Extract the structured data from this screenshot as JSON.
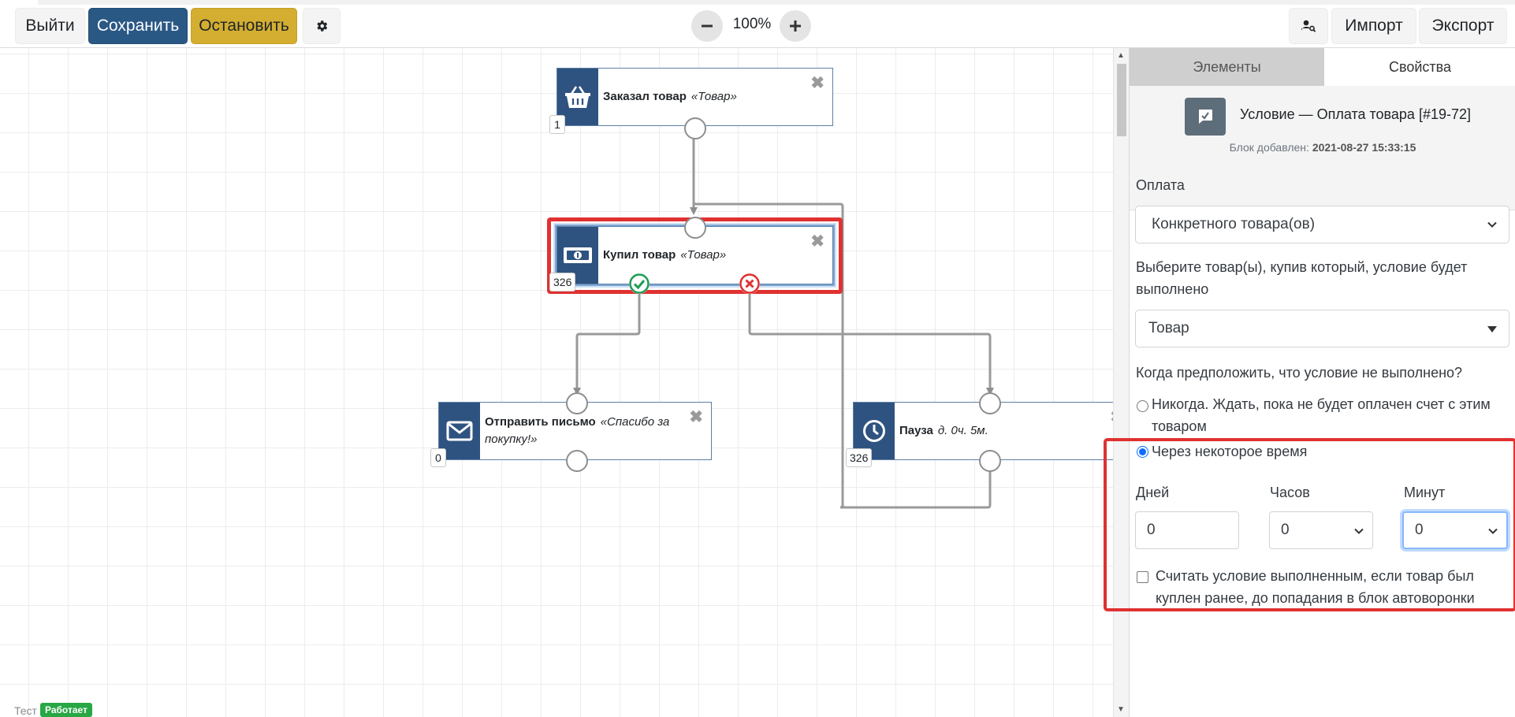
{
  "toolbar": {
    "exit_label": "Выйти",
    "save_label": "Сохранить",
    "stop_label": "Остановить",
    "settings_icon": "gear-icon",
    "zoom_out_icon": "minus-icon",
    "zoom_level": "100%",
    "zoom_in_icon": "plus-icon",
    "user_search_icon": "user-search-icon",
    "import_label": "Импорт",
    "export_label": "Экспорт"
  },
  "canvas": {
    "nodes": [
      {
        "title": "Заказал товар",
        "subtitle": "«Товар»",
        "count": "1",
        "icon": "basket-icon"
      },
      {
        "title": "Купил товар",
        "subtitle": "«Товар»",
        "count": "326",
        "icon": "money-icon"
      },
      {
        "title": "Отправить письмо",
        "subtitle": "«Спасибо за покупку!»",
        "count": "0",
        "icon": "envelope-icon"
      },
      {
        "title": "Пауза",
        "subtitle": "д. 0ч. 5м.",
        "count": "326",
        "icon": "clock-icon"
      }
    ],
    "close_glyph": "✖",
    "status_label": "Тест",
    "status_badge": "Работает"
  },
  "colors": {
    "primary": "#2a5885",
    "warning": "#d4ae30",
    "node_icon_bg": "#2f5380",
    "highlight": "#e03131",
    "success": "#28a745",
    "danger": "#e03131"
  },
  "panel": {
    "tabs": [
      {
        "label": "Элементы",
        "active": false
      },
      {
        "label": "Свойства",
        "active": true
      }
    ],
    "block_title": "Условие — Оплата товара [#19-72]",
    "block_added_label": "Блок добавлен:",
    "block_added_value": "2021-08-27 15:33:15",
    "payment_label": "Оплата",
    "payment_value": "Конкретного товара(ов)",
    "product_label": "Выберите товар(ы), купив который, условие будет выполнено",
    "product_value": "Товар",
    "when_label": "Когда предположить, что условие не выполнено?",
    "radio_never": "Никогда. Ждать, пока не будет оплачен счет с этим товаром",
    "radio_after_time": "Через некоторое время",
    "selected_option": "Через некоторое время",
    "days_label": "Дней",
    "days_value": "0",
    "hours_label": "Часов",
    "hours_value": "0",
    "minutes_label": "Минут",
    "minutes_value": "0",
    "checkbox_label": "Считать условие выполненным, если товар был куплен ранее, до попадания в блок автоворонки",
    "checkbox_checked": false
  }
}
